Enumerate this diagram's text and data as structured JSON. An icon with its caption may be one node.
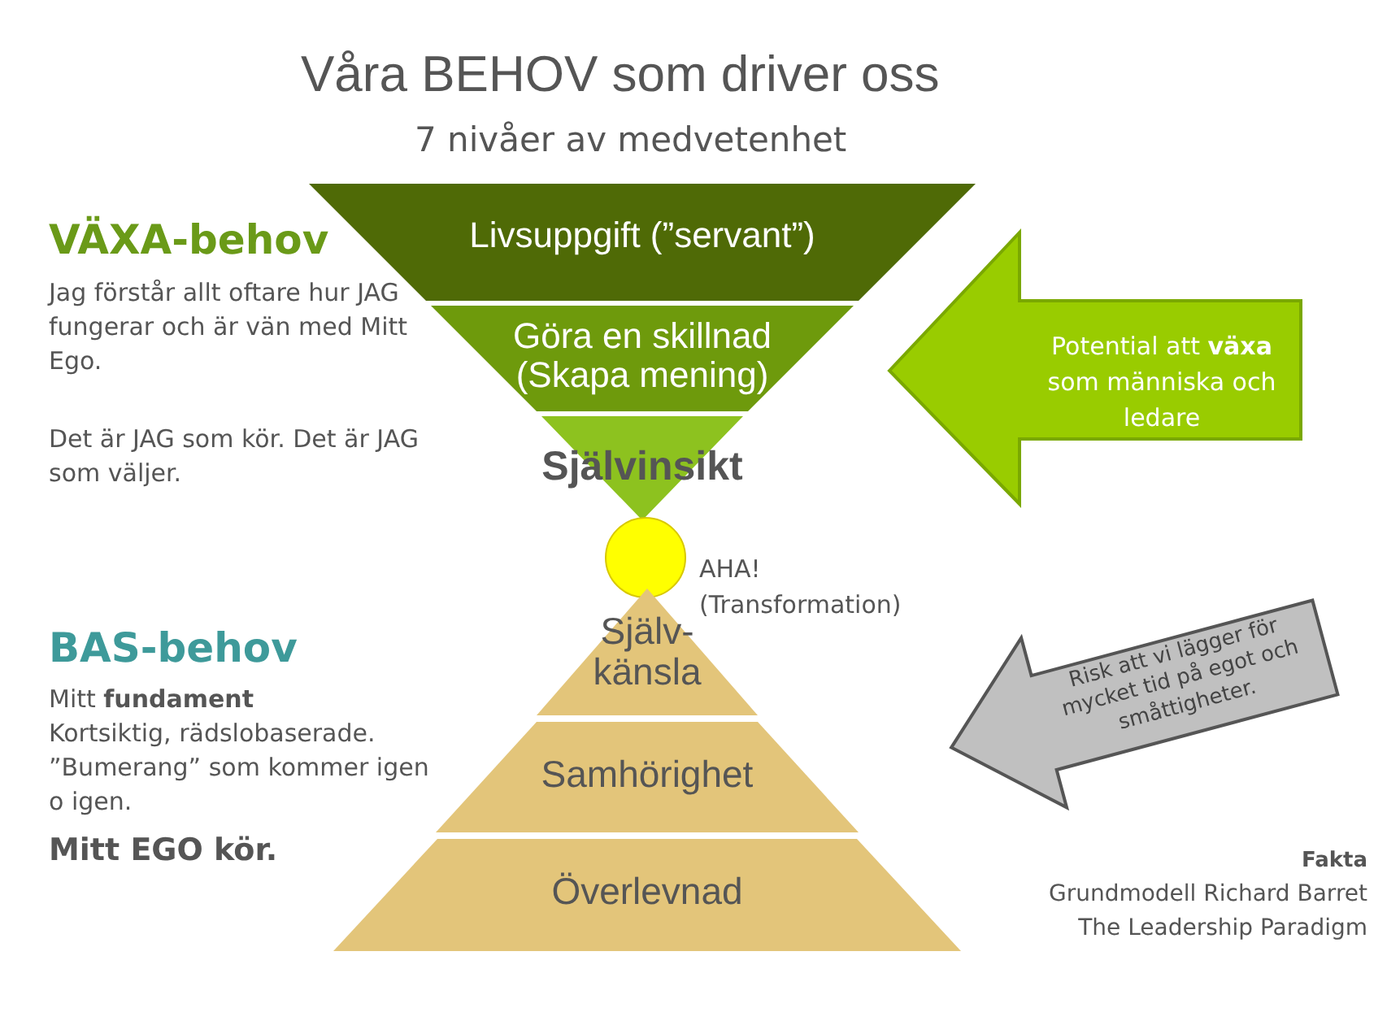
{
  "diagram": {
    "title": "Våra BEHOV som driver oss",
    "nodes": [
      {
        "text": [
          "Livsuppgift (”servant”)"
        ]
      },
      {
        "text": [
          "Göra en skillnad (Skapa mening)"
        ]
      },
      {
        "text": [
          "Självinsikt"
        ]
      },
      {
        "text": [],
        "shape": "circle",
        "beside": [
          "AHA! (Transformation)"
        ]
      },
      {
        "text": [
          "Själv- känsla"
        ]
      },
      {
        "text": [
          "Samhörighet"
        ]
      },
      {
        "text": [
          "Överlevnad"
        ]
      },
      {
        "text": [
          "Potential att **växa** som människa och ledare"
        ]
      },
      {
        "text": [
          "Risk att vi lägger för mycket tid på egot och småttigheter."
        ]
      }
    ],
    "edges": [],
    "labels": [
      "7 nivåer av medvetenhet",
      "VÄXA-behov",
      "Jag förstår allt oftare hur JAG fungerar och är vän med Mitt Ego.",
      "Det är JAG som kör. Det är JAG som väljer.",
      "BAS-behov",
      "Mitt **fundament**",
      "Kortsiktig, rädslobaserade. ”Bumerang” som kommer igen o igen.",
      "Mitt EGO kör.",
      "Fakta",
      "Grundmodell Richard Barret",
      "The Leadership Paradigm"
    ]
  }
}
